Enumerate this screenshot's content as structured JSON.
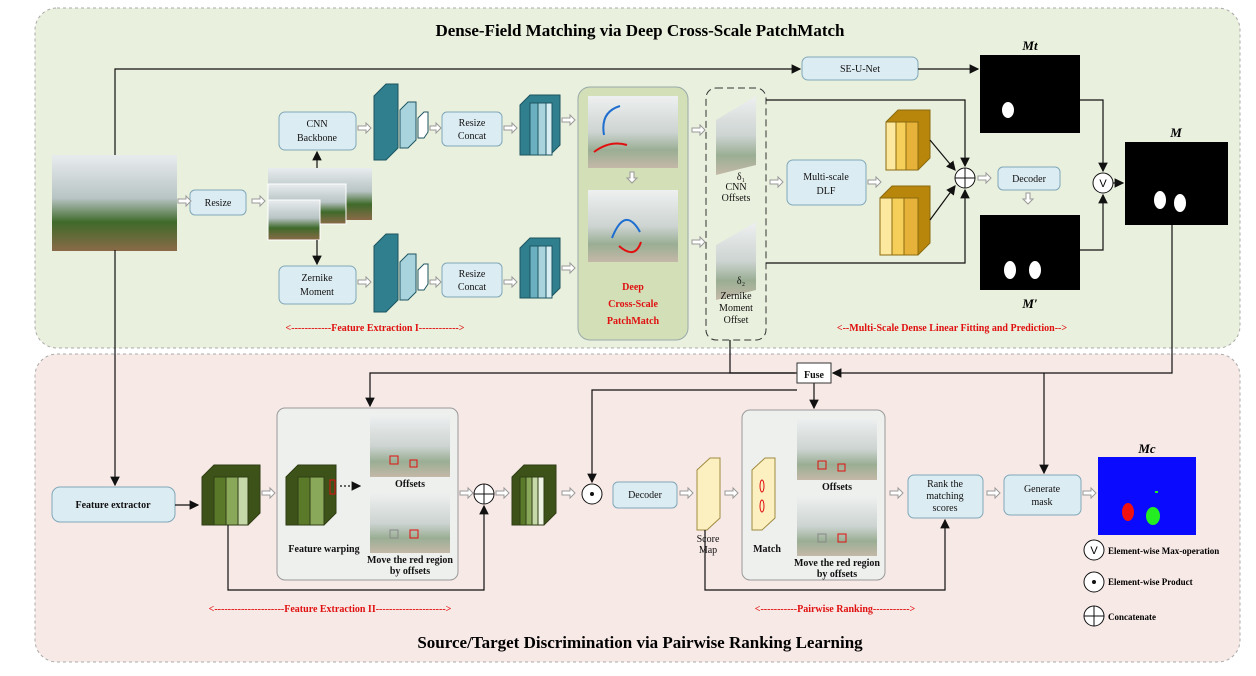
{
  "top_panel": {
    "title": "Dense-Field Matching via Deep Cross-Scale PatchMatch",
    "resize": "Resize",
    "cnn_backbone": [
      "CNN",
      "Backbone"
    ],
    "zernike_moment": [
      "Zernike",
      "Moment"
    ],
    "resize_concat": [
      "Resize",
      "Concat"
    ],
    "patchmatch": [
      "Deep",
      "Cross-Scale",
      "PatchMatch"
    ],
    "delta1": "δ₁",
    "delta2": "δ₂",
    "cnn_offsets": [
      "CNN",
      "Offsets"
    ],
    "zernike_offset": [
      "Zernike",
      "Moment",
      "Offset"
    ],
    "se_unet": "SE-U-Net",
    "multiscale_dlf": [
      "Multi-scale",
      "DLF"
    ],
    "decoder": "Decoder",
    "mt": "Mt",
    "m": "M",
    "m_prime": "M′",
    "feature_extraction_1": "<------------Feature Extraction I------------>",
    "msdlf_label": "<--Multi-Scale Dense Linear Fitting and Prediction-->"
  },
  "bottom_panel": {
    "title": "Source/Target Discrimination via Pairwise Ranking Learning",
    "fuse": "Fuse",
    "feature_extractor": "Feature extractor",
    "feature_warping": "Feature warping",
    "offsets": "Offsets",
    "move_red": [
      "Move the red region",
      "by offsets"
    ],
    "decoder": "Decoder",
    "score_map": [
      "Score",
      "Map"
    ],
    "match": "Match",
    "rank": [
      "Rank the",
      "matching",
      "scores"
    ],
    "generate_mask": [
      "Generate",
      "mask"
    ],
    "mc": "Mc",
    "feature_extraction_2": "<---------------------Feature Extraction II--------------------->",
    "pairwise_ranking": "<-----------Pairwise Ranking----------->"
  },
  "legend": {
    "max_op": "Element-wise Max-operation",
    "product": "Element-wise Product",
    "concat": "Concatenate"
  },
  "colors": {
    "top_bg": "#e9f0dd",
    "bottom_bg": "#f7e9e6",
    "accent_red": "#e01010",
    "mask_blue": "#0a0aff"
  }
}
